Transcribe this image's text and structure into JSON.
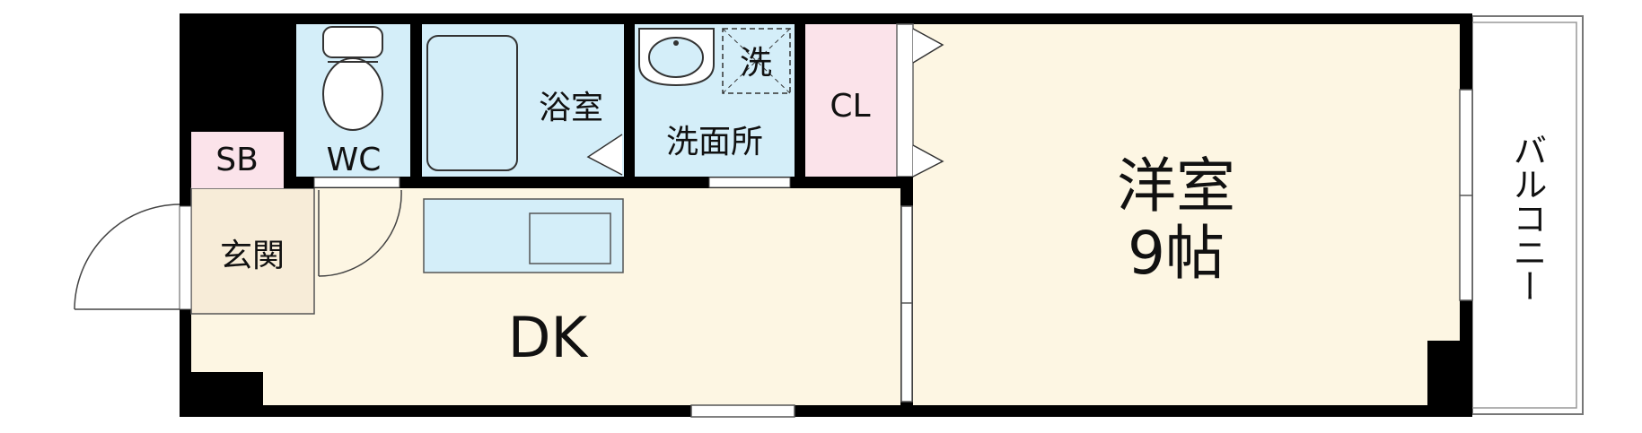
{
  "colors": {
    "wall": "#000000",
    "living": "#fdf6e3",
    "wet": "#d4eef9",
    "closet": "#fbe3ea",
    "outline": "#555555"
  },
  "rooms": {
    "sb": "SB",
    "wc": "WC",
    "bath": "浴室",
    "wash_mark": "洗",
    "washroom": "洗面所",
    "cl": "CL",
    "western": "洋室",
    "western_size": "9帖",
    "entrance": "玄関",
    "dk": "DK",
    "balcony": "バルコニー"
  }
}
